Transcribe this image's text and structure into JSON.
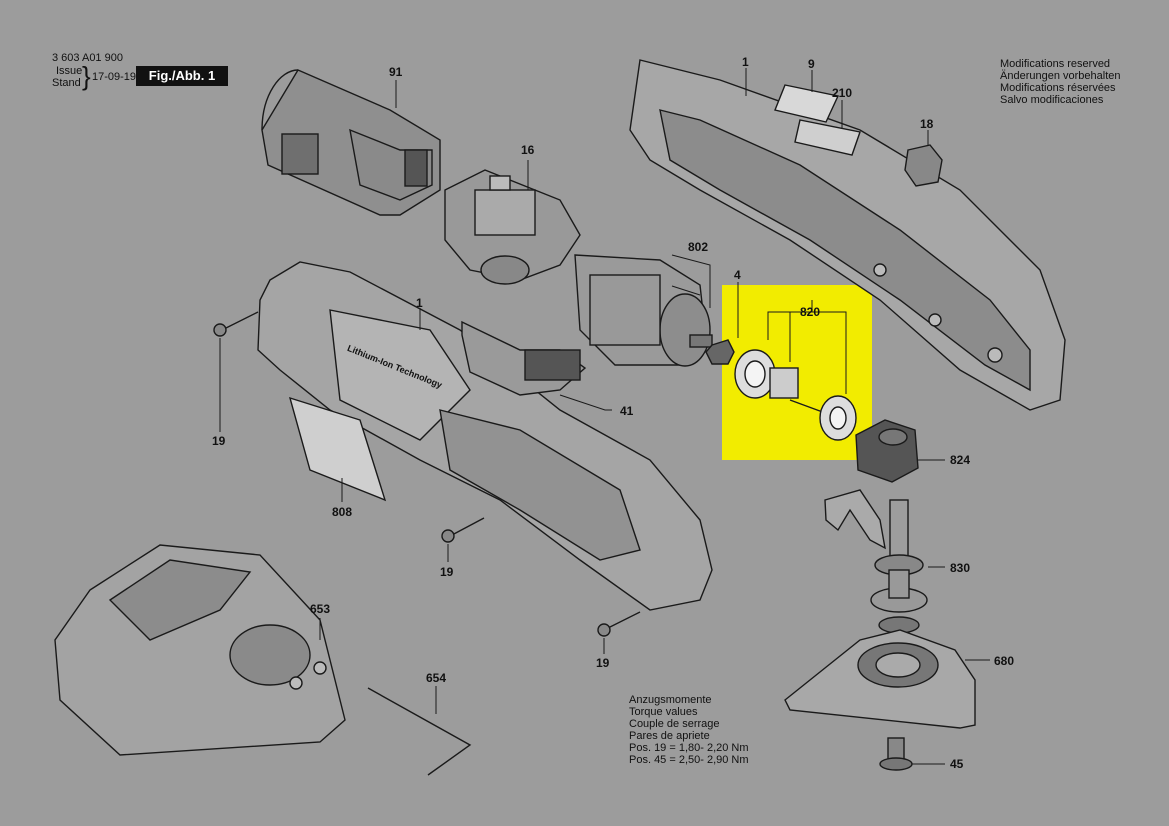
{
  "doc_number": "3 603 A01 900",
  "issue_label": "Issue",
  "stand_label": "Stand",
  "issue_date": "17-09-19",
  "fig_label": "Fig./Abb. 1",
  "notices": [
    "Modifications reserved",
    "Änderungen vorbehalten",
    "Modifications réservées",
    "Salvo modificaciones"
  ],
  "torque": {
    "lines": [
      "Anzugsmomente",
      "Torque values",
      "Couple de serrage",
      "Pares de apriete"
    ],
    "values": [
      "Pos. 19 = 1,80- 2,20 Nm",
      "Pos. 45 = 2,50- 2,90 Nm"
    ]
  },
  "housing_text": {
    "brand_line": "Lithium-Ion Technology"
  },
  "part_labels": {
    "p91": "91",
    "p16": "16",
    "p1_top": "1",
    "p9": "9",
    "p210": "210",
    "p18": "18",
    "p802": "802",
    "p4": "4",
    "p820": "820",
    "p1_mid": "1",
    "p41": "41",
    "p19_a": "19",
    "p808": "808",
    "p19_b": "19",
    "p19_c": "19",
    "p824": "824",
    "p830": "830",
    "p680": "680",
    "p653": "653",
    "p654": "654",
    "p45": "45"
  },
  "colors": {
    "background": "#9c9c9c",
    "highlight": "#f2ec00",
    "line": "#1a1a1a"
  }
}
